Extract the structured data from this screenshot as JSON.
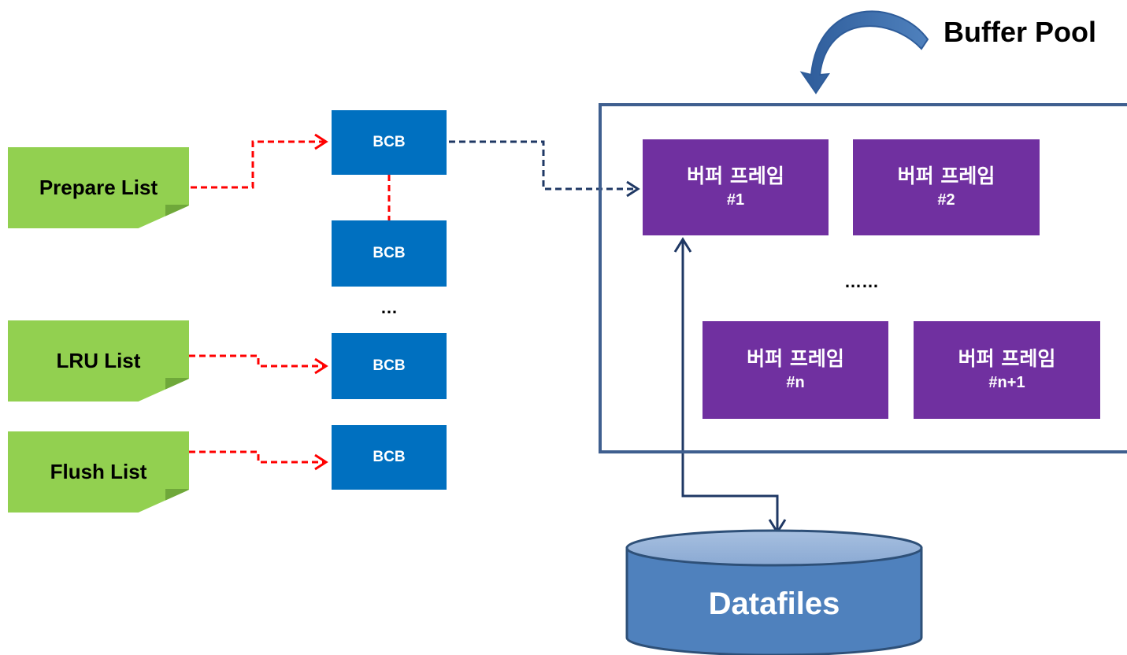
{
  "title": "Buffer Pool",
  "lists": [
    {
      "label": "Prepare List"
    },
    {
      "label": "LRU List"
    },
    {
      "label": "Flush List"
    }
  ],
  "bcbs": [
    {
      "label": "BCB"
    },
    {
      "label": "BCB"
    },
    {
      "label": "BCB"
    },
    {
      "label": "BCB"
    }
  ],
  "bcb_ellipsis": "…",
  "frames": [
    {
      "title": "버퍼 프레임",
      "num": "#1"
    },
    {
      "title": "버퍼 프레임",
      "num": "#2"
    },
    {
      "title": "버퍼 프레임",
      "num": "#n"
    },
    {
      "title": "버퍼 프레임",
      "num": "#n+1"
    }
  ],
  "frame_ellipsis": "……",
  "datafiles": "Datafiles",
  "colors": {
    "list_note": "#92d050",
    "bcb": "#0070c0",
    "frame": "#7030a0",
    "red_arrow": "#ff0000",
    "navy_arrow": "#1f3864",
    "cylinder": "#4f81bd"
  }
}
